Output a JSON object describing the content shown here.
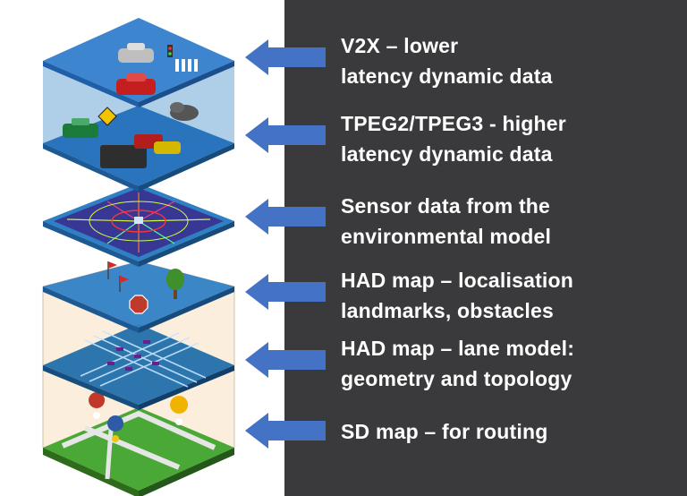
{
  "colors": {
    "right_panel": "#3a3a3c",
    "arrow_fill": "#4472c4",
    "layer_top": "#3d86cf",
    "layer_side": "#1f5fa8",
    "label_text": "#ffffff"
  },
  "layers": [
    {
      "line1": "V2X – lower",
      "line2": "latency dynamic data",
      "icon": "traffic-scene"
    },
    {
      "line1": "TPEG2/TPEG3 - higher",
      "line2": "latency dynamic data",
      "icon": "traffic-scene"
    },
    {
      "line1": "Sensor data from the",
      "line2": "environmental model",
      "icon": "lidar-point-cloud"
    },
    {
      "line1": "HAD map – localisation",
      "line2": "landmarks, obstacles",
      "icon": "landmarks"
    },
    {
      "line1": "HAD map – lane model:",
      "line2": "geometry and topology",
      "icon": "lane-grid"
    },
    {
      "line1": "SD map – for routing",
      "line2": "",
      "icon": "map-pins"
    }
  ]
}
